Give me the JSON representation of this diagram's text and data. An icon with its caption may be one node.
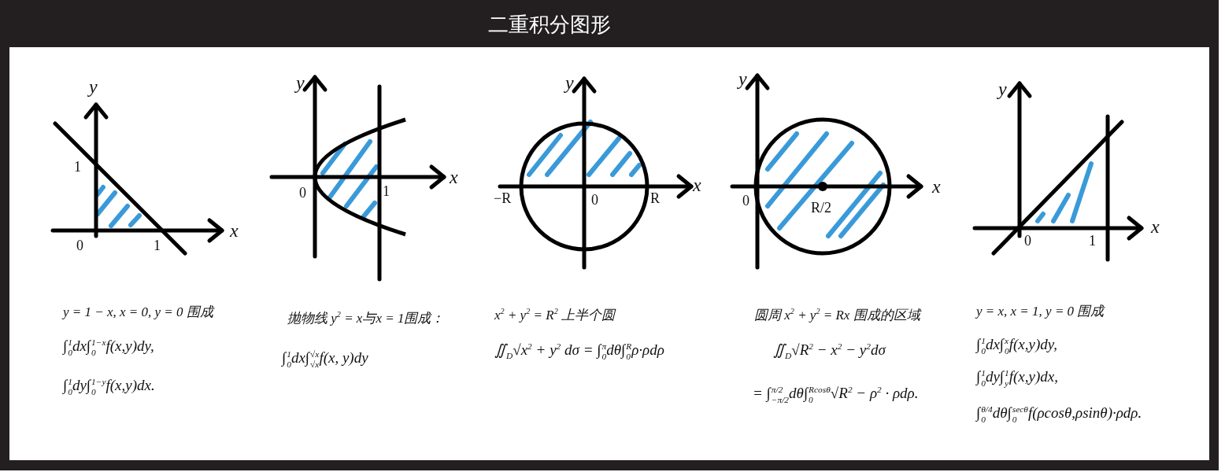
{
  "diagram": {
    "title": "二重积分图形",
    "labels": [
      "y",
      "1",
      "0",
      "1",
      "x",
      "y",
      "0",
      "1",
      "x",
      "y",
      "x",
      "−R",
      "0",
      "R",
      "y",
      "x",
      "0",
      "R/2",
      "y",
      "x",
      "0",
      "1",
      "y = 1 − x, x = 0, y = 0 围成",
      "∫$^{1}$$_{0}$dx∫$^{1−x}$$_{0}$f(x,y)dy,",
      "∫$^{1}$$_{0}$dy∫$^{1−y}$$_{0}$f(x,y)dx.",
      "抛物线 y$^{2}$ = x与x = 1围成：",
      "∫$^{1}$$_{0}$dx∫$^{√x}$$_{√x}$f(x, y)dy",
      "x$^{2}$ + y$^{2}$ = R$^{2}$ 上半个圆",
      "∬$_{D}$√x$^{2}$ + y$^{2}$ dσ = ∫$^{π}$$_{0}$dθ∫$^{R}$$_{0}$ρ·ρdρ",
      "圆周 x$^{2}$ + y$^{2}$ = Rx 围成的区域",
      "∬$_{D}$√R$^{2}$ − x$^{2}$ − y$^{2}$dσ",
      "= ∫$^{π/2}$$_{−π/2}$dθ∫$^{Rcosθ}$$_{0}$√R$^{2}$ − ρ$^{2}$ · ρdρ.",
      "y = x, x = 1, y = 0 围成",
      "∫$^{1}$$_{0}$dx∫$^{x}$$_{0}$f(x,y)dy,",
      "∫$^{1}$$_{0}$dy∫$^{1}$$_{y}$f(x,y)dx,",
      "∫$^{θ/4}$$_{0}$dθ∫$^{secθ}$$_{0}$f(ρcosθ,ρsinθ)·ρdρ."
    ]
  }
}
